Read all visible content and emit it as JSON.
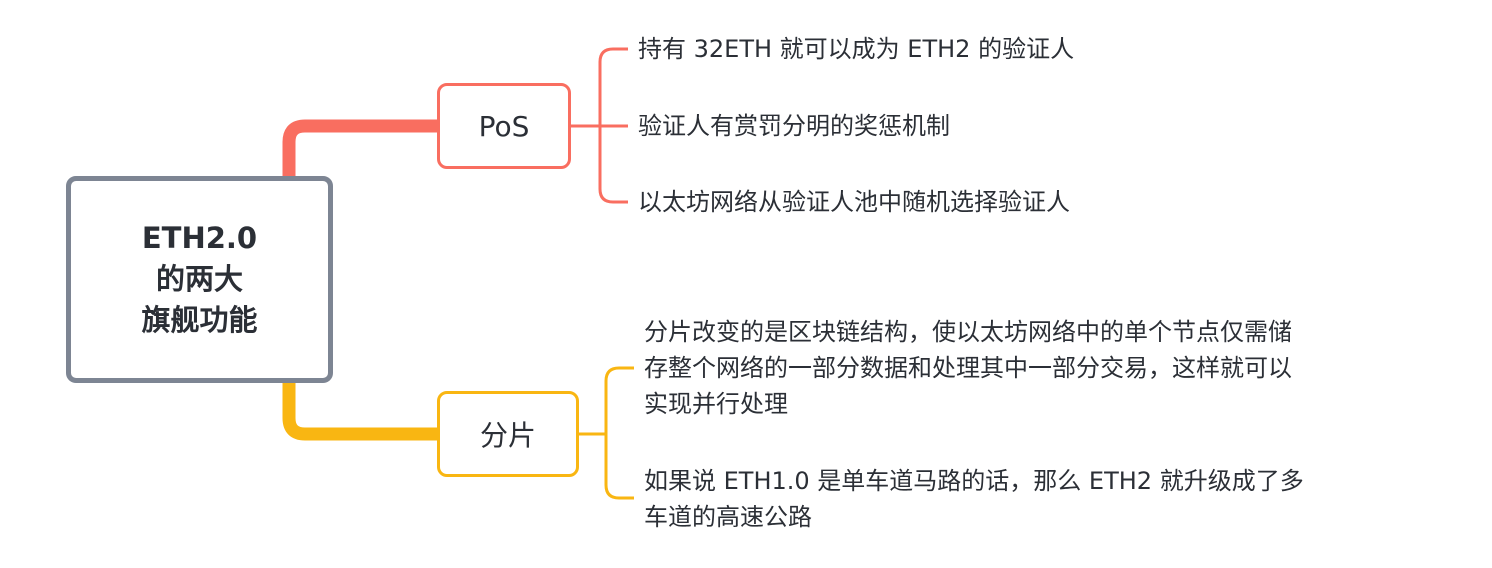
{
  "root": {
    "lines": [
      "ETH2.0",
      "的两大",
      "旗舰功能"
    ]
  },
  "colors": {
    "root_border": "#7d8593",
    "pos": "#f96e60",
    "shard": "#f9b612"
  },
  "branches": [
    {
      "label": "PoS",
      "items": [
        {
          "lines": [
            "持有 32ETH 就可以成为 ETH2 的验证人"
          ]
        },
        {
          "lines": [
            "验证人有赏罚分明的奖惩机制"
          ]
        },
        {
          "lines": [
            "以太坊网络从验证人池中随机选择验证人"
          ]
        }
      ]
    },
    {
      "label": "分片",
      "items": [
        {
          "lines": [
            "分片改变的是区块链结构，使以太坊网络中的单个节点仅需储",
            "存整个网络的一部分数据和处理其中一部分交易，这样就可以",
            "实现并行处理"
          ]
        },
        {
          "lines": [
            "如果说 ETH1.0 是单车道马路的话，那么 ETH2 就升级成了多",
            "车道的高速公路"
          ]
        }
      ]
    }
  ]
}
